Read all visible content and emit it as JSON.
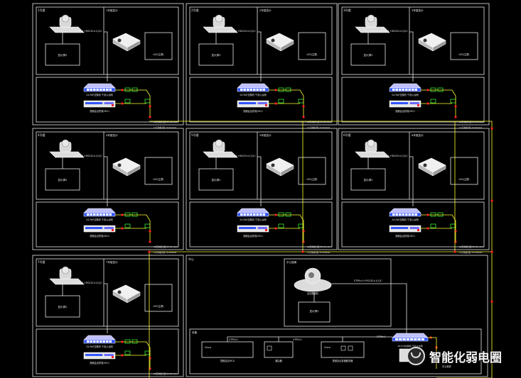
{
  "diagram": {
    "rooms": [
      {
        "id": "room-1",
        "label": "1号楼",
        "camera_link": "UTP6×1+RS232×1(1)C",
        "sub_label": "1号楼显示",
        "screen_label": "LED(主屏)",
        "display_label": "显示屏2",
        "switch_label": "24-PoE交换机 千兆以太网",
        "decoder_label": "视频会议终端 MCU",
        "fiber_label": "12芯单模光缆 20 Ohm/km"
      },
      {
        "id": "room-2",
        "label": "2号楼",
        "camera_link": "UTP6×1+RS232×1(1)C",
        "sub_label": "2号楼显示",
        "screen_label": "LED(主屏)",
        "display_label": "显示屏2",
        "switch_label": "24-PoE交换机 千兆以太网",
        "decoder_label": "视频会议终端 MCU",
        "fiber_label": "12芯单模光缆 20 Ohm/km"
      },
      {
        "id": "room-3",
        "label": "3号楼",
        "camera_link": "UTP6×1+RS232×1(1)C",
        "sub_label": "3号楼显示",
        "screen_label": "LED(主屏)",
        "display_label": "显示屏2",
        "switch_label": "24-PoE交换机 千兆以太网",
        "decoder_label": "视频会议终端 MCU",
        "fiber_label": "12芯单模光缆 20 Ohm/km"
      },
      {
        "id": "room-4",
        "label": "4号楼",
        "camera_link": "UTP6×1+RS232×1(1)C",
        "sub_label": "4号楼显示",
        "screen_label": "LED(主屏)",
        "display_label": "显示屏2",
        "switch_label": "24-PoE交换机 千兆以太网",
        "decoder_label": "视频会议终端 MCU",
        "fiber_label": "12芯单模光缆 20 Ohm/km"
      },
      {
        "id": "room-5",
        "label": "5号楼",
        "camera_link": "UTP6×1+RS232×1(1)C",
        "sub_label": "5号楼显示",
        "screen_label": "LED(主屏)",
        "display_label": "显示屏2",
        "switch_label": "24-PoE交换机 千兆以太网",
        "decoder_label": "视频会议终端 MCU",
        "fiber_label": "12芯单模光缆 20 Ohm/km"
      },
      {
        "id": "room-6",
        "label": "6号楼",
        "camera_link": "UTP6×1+RS232×1(1)C",
        "sub_label": "6号楼显示",
        "screen_label": "LED(主屏)",
        "display_label": "显示屏2",
        "switch_label": "24-PoE交换机 千兆以太网",
        "decoder_label": "视频会议终端 MCU",
        "fiber_label": "12芯单模光缆 20 Ohm/km"
      },
      {
        "id": "room-7",
        "label": "7号楼",
        "camera_link": "UTP6×1+RS232×1(1)C",
        "sub_label": "7号楼显示",
        "screen_label": "LED(主屏)",
        "display_label": "显示屏2",
        "switch_label": "24-PoE交换机 千兆以太网",
        "decoder_label": "视频会议终端 MCU",
        "fiber_label": "12芯单模光缆 20 Ohm/km"
      }
    ],
    "center": {
      "label": "中心",
      "camera_group_label": "中心摄像",
      "camera_link": "STP6×1+RS232×1(1)C",
      "camera_device_label": "高清摄像机",
      "display_label": "显示屏2",
      "equip_label": "设备",
      "link_a": "UTP6×1",
      "link_b": "UTP6×1",
      "link_c": "STP6×1",
      "device_1": "视频会议MCU",
      "device_2": "路由器",
      "device_3": "视频会议录播服务器",
      "switch_label": "48-PoE交换机 千兆以太网",
      "device_1_brand": "Cisco",
      "device_3_brand": "Cisco",
      "fiber_label": "中心机房"
    },
    "colors": {
      "line": "#e8e8e8",
      "yellow": "#ffff33",
      "red": "#ff2020",
      "green": "#33ee33",
      "blue": "#3355ff",
      "background": "#000000"
    }
  },
  "watermark": {
    "text": "智能化弱电圈",
    "icon": "wechat-logo-icon"
  }
}
